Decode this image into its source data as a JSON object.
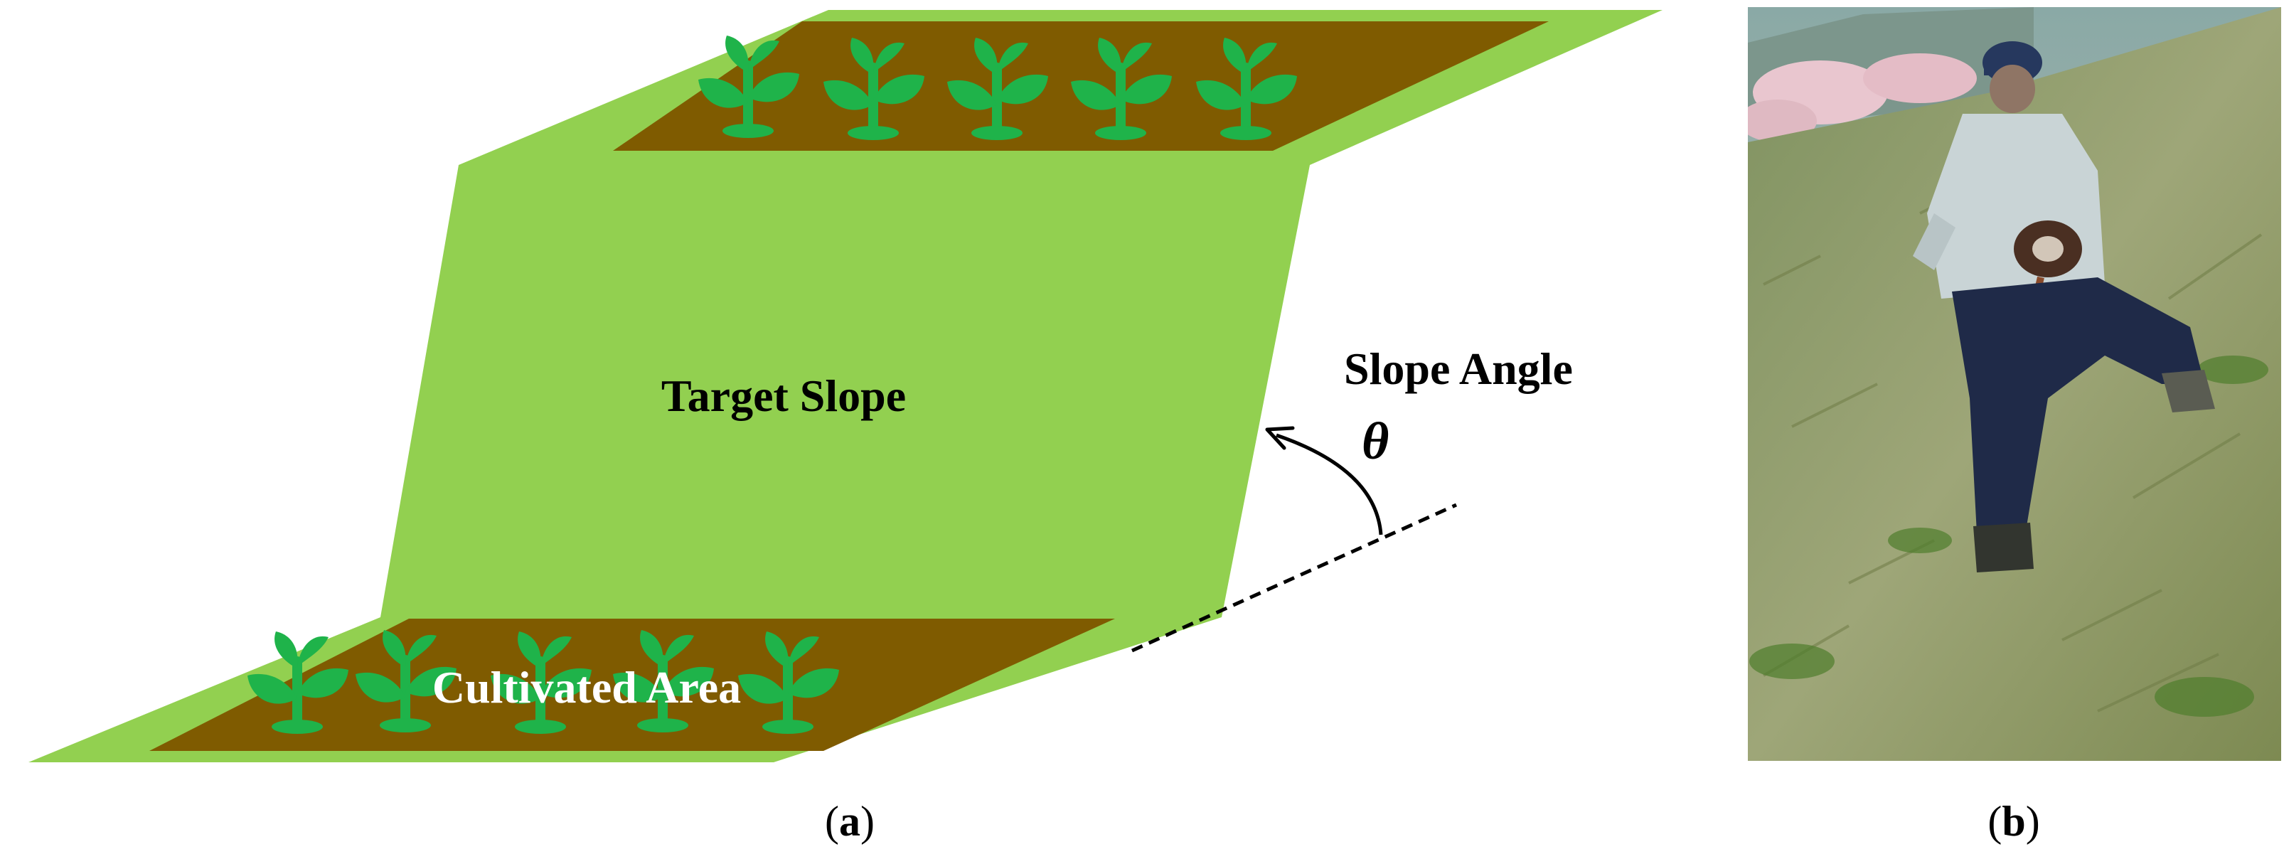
{
  "figure": {
    "panel_a": {
      "caption_open": "(",
      "caption_letter": "a",
      "caption_close": ")",
      "target_slope_label": "Target Slope",
      "slope_angle_label": "Slope Angle",
      "theta_symbol": "θ",
      "cultivated_area_label": "Cultivated Area",
      "plant_icon": "sprout-icon",
      "colors": {
        "grass": "#92d050",
        "soil": "#7f5b00",
        "plant": "#1fb34a",
        "cultivated_text": "#ffffff",
        "label_text": "#000000"
      }
    },
    "panel_b": {
      "caption_open": "(",
      "caption_letter": "b",
      "caption_close": ")",
      "photo_subject": "person-on-grass-slope"
    }
  }
}
